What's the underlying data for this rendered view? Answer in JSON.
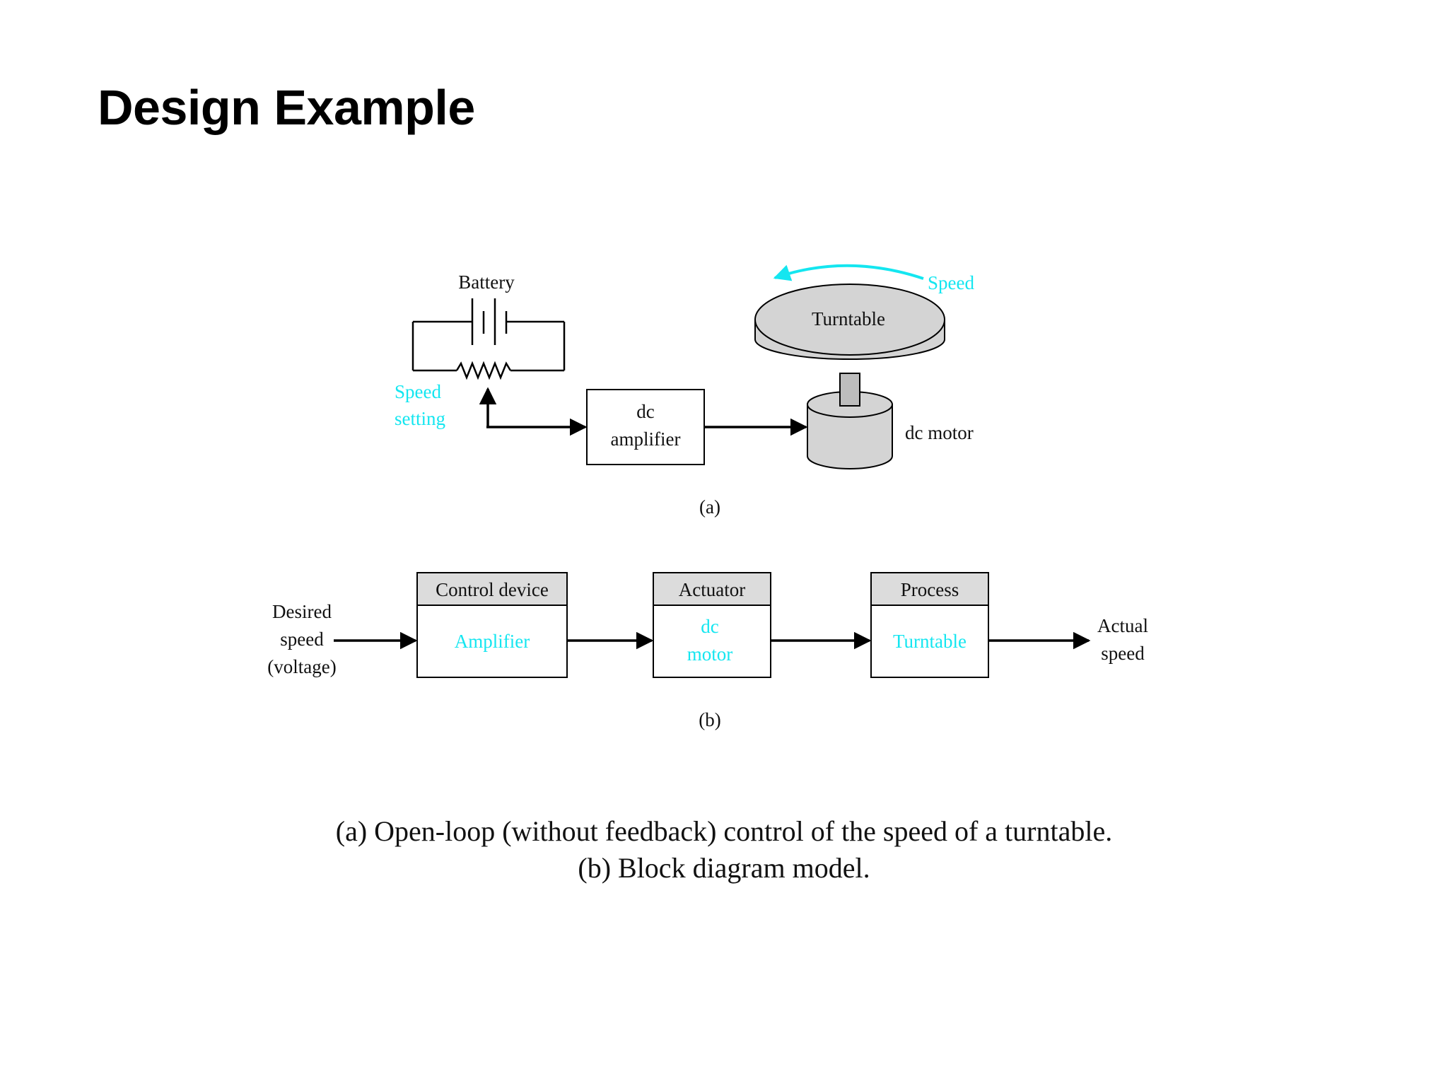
{
  "title": "Design Example",
  "figure_a": {
    "battery_label": "Battery",
    "speed_setting_line1": "Speed",
    "speed_setting_line2": "setting",
    "amplifier_line1": "dc",
    "amplifier_line2": "amplifier",
    "turntable_label": "Turntable",
    "speed_label": "Speed",
    "motor_label": "dc motor",
    "sublabel": "(a)"
  },
  "figure_b": {
    "input_line1": "Desired",
    "input_line2": "speed",
    "input_line3": "(voltage)",
    "blocks": [
      {
        "header": "Control device",
        "line1": "Amplifier",
        "line2": ""
      },
      {
        "header": "Actuator",
        "line1": "dc",
        "line2": "motor"
      },
      {
        "header": "Process",
        "line1": "Turntable",
        "line2": ""
      }
    ],
    "output_line1": "Actual",
    "output_line2": "speed",
    "sublabel": "(b)"
  },
  "caption": {
    "line1": "(a) Open-loop (without feedback) control of the speed of a turntable.",
    "line2": "(b) Block diagram model."
  },
  "colors": {
    "accent": "#14e6f0",
    "block_header": "#dcdcdc",
    "motor_fill": "#d4d4d4"
  }
}
